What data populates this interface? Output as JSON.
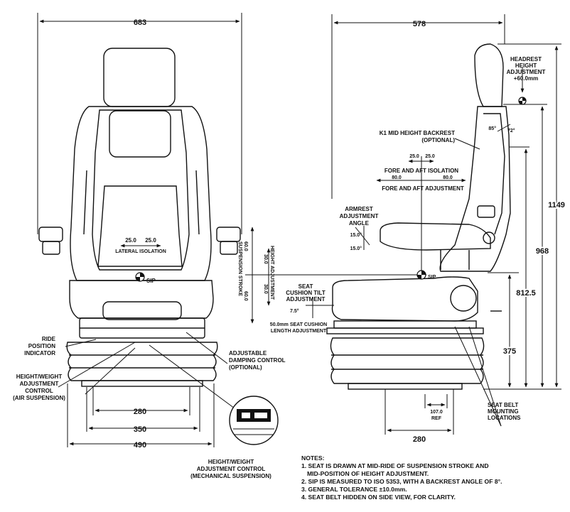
{
  "front_view": {
    "overall_width": "683",
    "width_280": "280",
    "width_350": "350",
    "width_490": "490",
    "lateral_isolation_left": "25.0",
    "lateral_isolation_right": "25.0",
    "lateral_isolation_label": "LATERAL ISOLATION",
    "sip_label": "SIP",
    "suspension_stroke_top": "60.0",
    "suspension_stroke_bottom": "60.0",
    "suspension_stroke_label": "SUSPENSION STROKE",
    "height_adjustment_top": "30.0",
    "height_adjustment_bottom": "30.0",
    "height_adjustment_label": "HEIGHT ADJUSTMENT",
    "callouts": {
      "ride_position": [
        "RIDE",
        "POSITION",
        "INDICATOR"
      ],
      "height_weight_air": [
        "HEIGHT/WEIGHT",
        "ADJUSTMENT",
        "CONTROL",
        "(AIR SUSPENSION)"
      ],
      "adjustable_damping": [
        "ADJUSTABLE",
        "DAMPING CONTROL",
        "(OPTIONAL)"
      ],
      "height_weight_mech": [
        "HEIGHT/WEIGHT",
        "ADJUSTMENT CONTROL",
        "(MECHANICAL SUSPENSION)"
      ]
    }
  },
  "side_view": {
    "overall_depth": "578",
    "height_1149": "1149",
    "height_968": "968",
    "height_812_5": "812.5",
    "height_375": "375",
    "depth_280": "280",
    "ref_value": "107.0",
    "ref_label": "REF",
    "headrest_label": [
      "HEADREST",
      "HEIGHT",
      "ADJUSTMENT",
      "+60.0mm"
    ],
    "backrest_angle_a": "85°",
    "backrest_angle_b": "72°",
    "k1_label": [
      "K1 MID HEIGHT BACKREST",
      "(OPTIONAL)"
    ],
    "fore_aft_isolation_left": "25.0",
    "fore_aft_isolation_right": "25.0",
    "fore_aft_isolation_label": "FORE AND AFT ISOLATION",
    "fore_aft_adjust_left": "80.0",
    "fore_aft_adjust_right": "80.0",
    "fore_aft_adjust_label": "FORE AND AFT ADJUSTMENT",
    "armrest_label": [
      "ARMREST",
      "ADJUSTMENT",
      "ANGLE"
    ],
    "armrest_angle_up": "15.0°",
    "armrest_angle_down": "15.0°",
    "cushion_tilt_label": [
      "SEAT",
      "CUSHION TILT",
      "ADJUSTMENT"
    ],
    "cushion_tilt_angle": "7.5°",
    "cushion_length_label": [
      "50.0mm SEAT CUSHION",
      "LENGTH ADJUSTMENT"
    ],
    "seat_belt_label": [
      "SEAT BELT",
      "MOUNTING",
      "LOCATIONS"
    ],
    "sip_label": "SIP"
  },
  "notes": {
    "title": "NOTES:",
    "items": [
      "1. SEAT IS DRAWN AT MID-RIDE OF SUSPENSION STROKE AND",
      "    MID-POSITION OF HEIGHT ADJUSTMENT.",
      "2. SIP IS MEASURED TO ISO 5353, WITH A BACKREST ANGLE OF 8°.",
      "3. GENERAL TOLERANCE ±10.0mm.",
      "4. SEAT BELT HIDDEN ON SIDE VIEW, FOR CLARITY."
    ]
  }
}
